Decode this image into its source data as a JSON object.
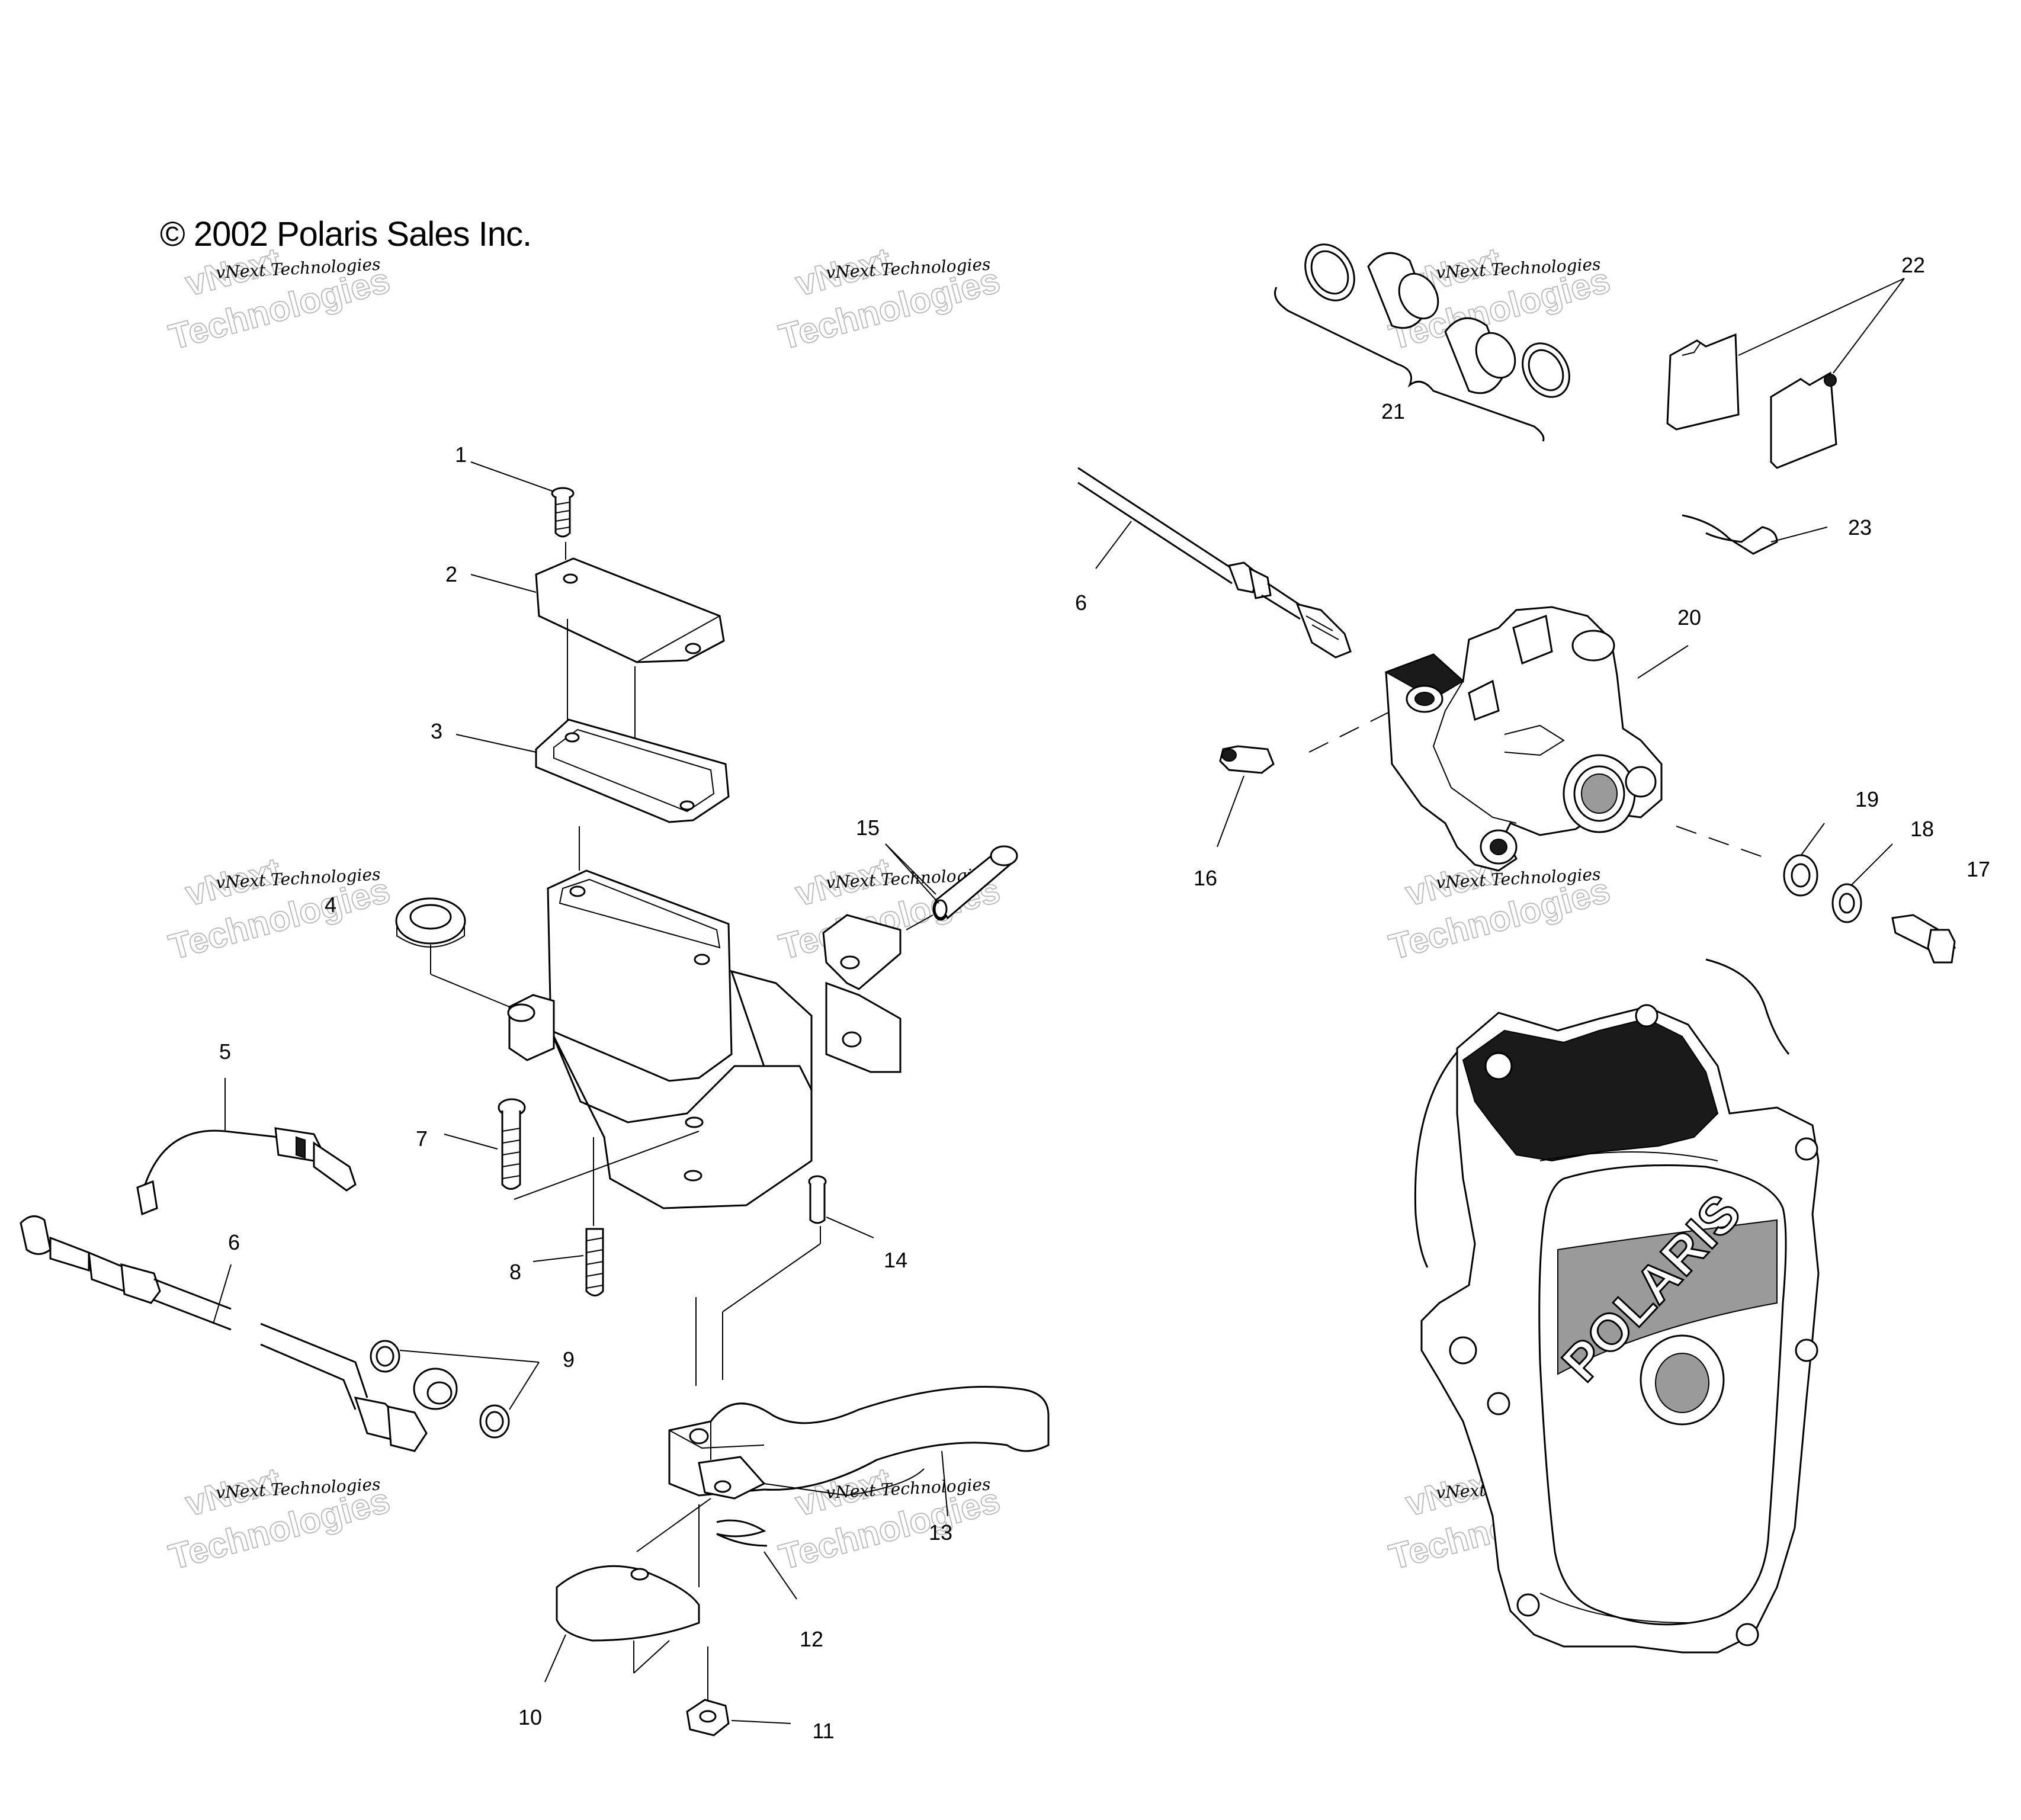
{
  "copyright": "© 2002 Polaris Sales Inc.",
  "brand_logo": "POLARIS",
  "watermark": {
    "line1": "vNext Technologies",
    "line2": "vNext",
    "line3": "Technologies"
  },
  "callouts": [
    "1",
    "2",
    "3",
    "4",
    "5",
    "6",
    "6",
    "7",
    "8",
    "9",
    "10",
    "11",
    "12",
    "13",
    "14",
    "15",
    "16",
    "17",
    "18",
    "19",
    "20",
    "21",
    "22",
    "23"
  ]
}
